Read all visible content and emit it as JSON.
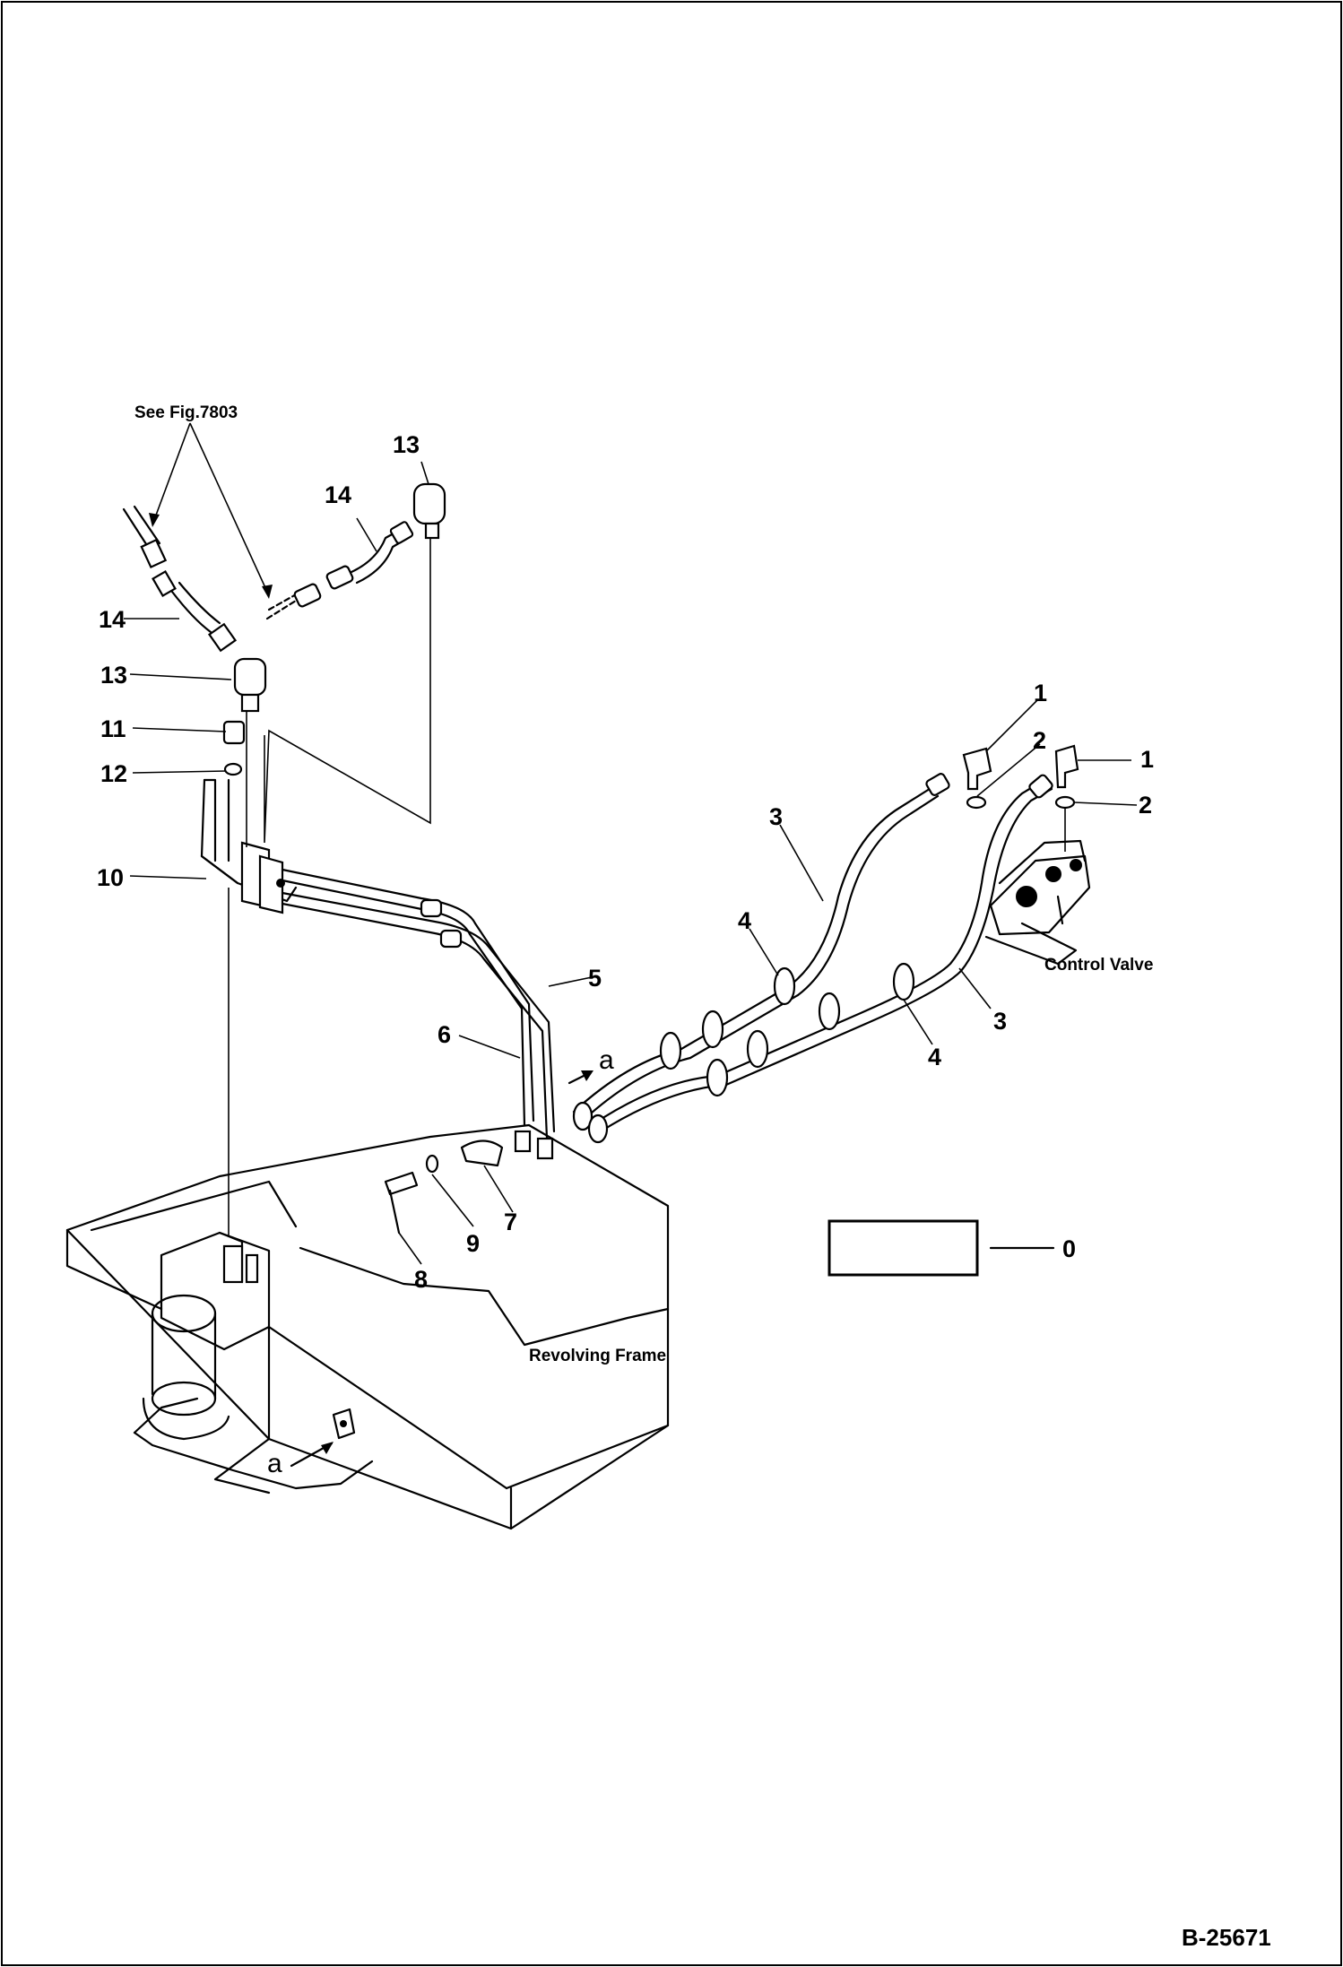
{
  "labels": {
    "see_fig": "See Fig.7803",
    "control_valve": "Control Valve",
    "revolving_frame": "Revolving Frame",
    "view_a_top": "a",
    "view_a_bottom": "a",
    "legend_zero": "0",
    "drawing_number": "B-25671"
  },
  "parts": {
    "p1a": "1",
    "p1b": "1",
    "p2a": "2",
    "p2b": "2",
    "p3a": "3",
    "p3b": "3",
    "p4a": "4",
    "p4b": "4",
    "p5": "5",
    "p6": "6",
    "p7": "7",
    "p8": "8",
    "p9": "9",
    "p10": "10",
    "p11": "11",
    "p12": "12",
    "p13a": "13",
    "p13b": "13",
    "p14a": "14",
    "p14b": "14"
  }
}
